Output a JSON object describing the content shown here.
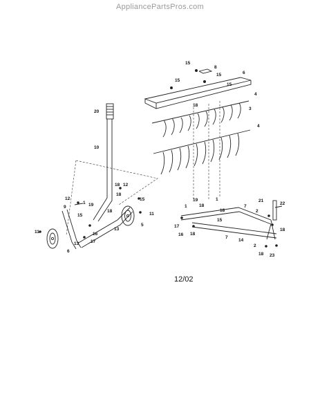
{
  "header": {
    "site": "AppliancePartsPros.com"
  },
  "diagram": {
    "date_code": "12/02"
  },
  "callouts": [
    "15",
    "8",
    "15",
    "6",
    "15",
    "15",
    "4",
    "3",
    "18",
    "20",
    "4",
    "10",
    "18",
    "12",
    "15",
    "11",
    "18",
    "12",
    "9",
    "1",
    "19",
    "18",
    "15",
    "13",
    "5",
    "11",
    "16",
    "13",
    "17",
    "6",
    "1",
    "19",
    "18",
    "1",
    "18",
    "7",
    "21",
    "22",
    "2",
    "17",
    "16",
    "15",
    "18",
    "18",
    "7",
    "2",
    "14",
    "18",
    "23"
  ],
  "colors": {
    "line": "#222222",
    "watermark": "#9a9a9a"
  }
}
